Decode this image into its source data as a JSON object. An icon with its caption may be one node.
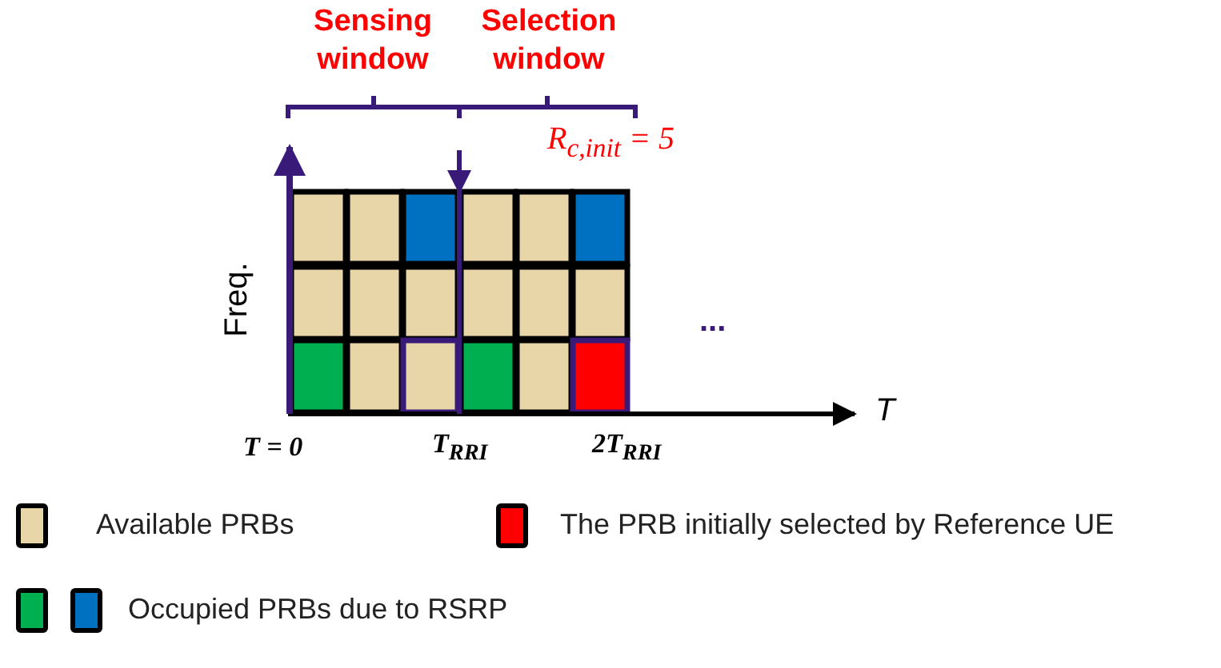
{
  "diagram": {
    "labels": [
      "Sensing window",
      "Selection window",
      "R$_{c,init}$ = 5",
      "Freq.",
      "...",
      "T",
      "T = 0",
      "T$_{RRI}$",
      "2T$_{RRI}$"
    ],
    "legend": [
      {
        "text": "Available PRBs",
        "color": "#e8d5a8"
      },
      {
        "text": "The PRB initially selected by Reference UE",
        "color": "#ff0000"
      },
      {
        "text": "Occupied PRBs due to RSRP"
      }
    ]
  }
}
